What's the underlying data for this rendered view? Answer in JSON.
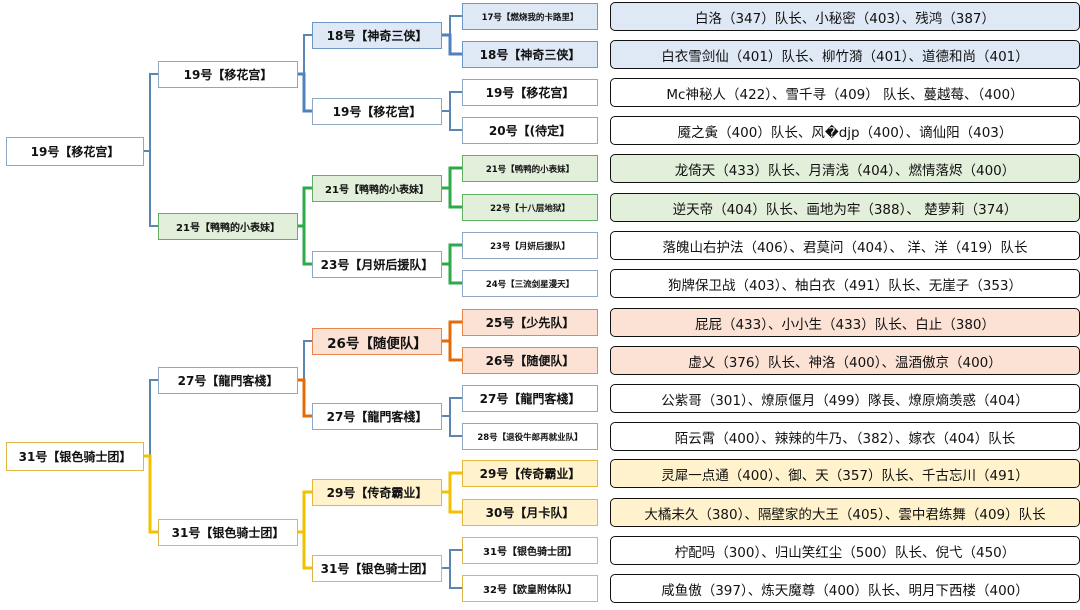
{
  "upper": {
    "final": "19号【移花宫】",
    "semis": [
      "19号【移花宫】",
      "21号【鸭鸭的小表妹】"
    ],
    "quarters": [
      "18号【神奇三侠】",
      "19号【移花宫】",
      "21号【鸭鸭的小表妹】",
      "23号【月妍后援队】"
    ],
    "teams": [
      "17号【燃烧我的卡路里】",
      "18号【神奇三侠】",
      "19号【移花宫】",
      "20号【(待定】",
      "21号【鸭鸭的小表妹】",
      "22号【十八层地狱】",
      "23号【月妍后援队】",
      "24号【三流剑星漫天】"
    ],
    "rosters": [
      "白洛（347）队长、小秘密（403）、残鸿（387）",
      "白衣雪剑仙（401）队长、柳竹漪（401）、道德和尚（401）",
      "Mc神秘人（422）、雪千寻（409） 队长、蔓越莓、（400）",
      "魇之夤（400）队长、风�djp（400）、谪仙阳（403）",
      "龙倚天（433）队长、月清浅（404）、燃情落烬（400）",
      "逆天帝（404）队长、画地为牢（388）、 楚萝莉（374）",
      "落魄山右护法（406）、君莫问（404）、 洋、洋（419）队长",
      "狗牌保卫战（403）、柚白衣（491）队长、无崖子（353）"
    ]
  },
  "lower": {
    "final": "31号【银色骑士团】",
    "semis": [
      "27号【龍門客棧】",
      "31号【银色骑士团】"
    ],
    "quarters": [
      "26号【随便队】",
      "27号【龍門客棧】",
      "29号【传奇霸业】",
      "31号【银色骑士团】"
    ],
    "teams": [
      "25号【少先队】",
      "26号【随便队】",
      "27号【龍門客棧】",
      "28号【退役牛郎再就业队】",
      "29号【传奇霸业】",
      "30号【月卡队】",
      "31号【银色骑士团】",
      "32号【欧皇附体队】"
    ],
    "rosters": [
      "屁屁（433）、小小生（433）队长、白止（380）",
      "虚乂（376）队长、神洛（400）、温酒傲京（400）",
      "公紫哥（301）、燎原偃月（499）隊長、燎原熵羡惑（404）",
      "陌云霄（400）、辣辣的牛乃、（382）、嫁衣（404）队长",
      "灵犀一点通（400）、御、天（357）队长、千古忘川（491）",
      "大橘未久（380）、隔壁家的大王（405）、雲中君练舞（409）队长",
      "柠配吗（300）、归山笑红尘（500）队长、倪弋（450）",
      "咸鱼傲（397）、炼天魔尊（400）队长、明月下西楼（400）"
    ]
  },
  "colors": {
    "blue": "#4f81bd",
    "green": "#2eaa4b",
    "orange": "#e36c0a",
    "yellow": "#f2c100",
    "neutral_line": "#5b86b2"
  }
}
